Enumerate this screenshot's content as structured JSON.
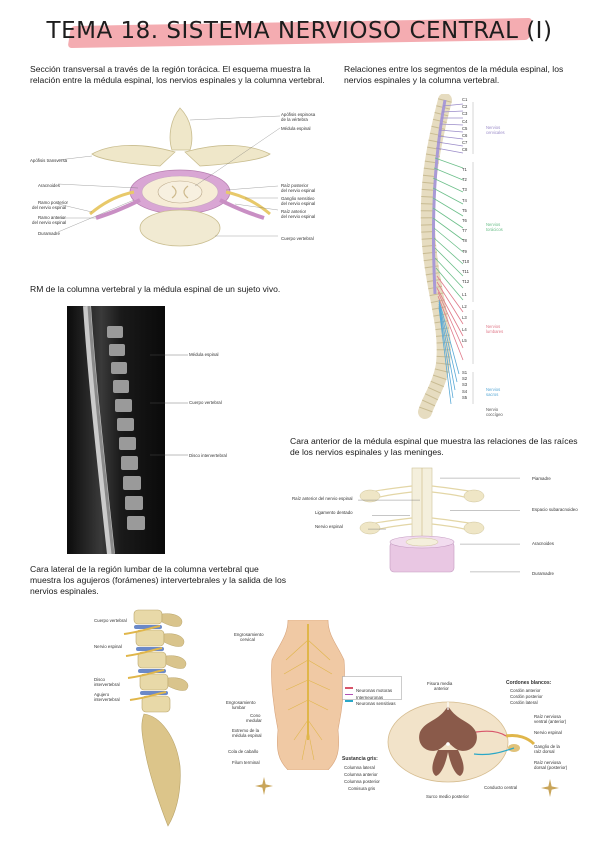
{
  "title": "TEMA 18. SISTEMA NERVIOSO CENTRAL (I)",
  "fig1": {
    "caption": "Sección transversal a través de la región torácica. El esquema muestra la relación entre la médula espinal, los nervios espinales y la columna vertebral.",
    "labels": {
      "apofisis_espinosa": "Apófisis espinosa",
      "de_la_vertebra": "de la vértebra",
      "medula_espinal": "Médula espinal",
      "apofisis_transversa": "Apófisis transversa",
      "aracnoides": "Aracnoides",
      "ramo_posterior_1": "Ramo posterior",
      "ramo_posterior_2": "del nervio espinal",
      "ramo_anterior_1": "Ramo anterior",
      "ramo_anterior_2": "del nervio espinal",
      "duramadre": "Duramadre",
      "raiz_posterior_1": "Raíz posterior",
      "raiz_posterior_2": "del nervio espinal",
      "ganglio_1": "Ganglio sensitivo",
      "ganglio_2": "del nervio espinal",
      "raiz_anterior_1": "Raíz anterior",
      "raiz_anterior_2": "del nervio espinal",
      "cuerpo_vertebral": "Cuerpo vertebral"
    }
  },
  "fig2": {
    "caption": "Relaciones entre los segmentos de la médula espinal, los nervios espinales y la columna vertebral.",
    "cervical": [
      "C1",
      "C2",
      "C3",
      "C4",
      "C5",
      "C6",
      "C7",
      "C8"
    ],
    "thoracic": [
      "T1",
      "T2",
      "T3",
      "T4",
      "T5",
      "T6",
      "T7",
      "T8",
      "T9",
      "T10",
      "T11",
      "T12"
    ],
    "lumbar": [
      "L1",
      "L2",
      "L3",
      "L4",
      "L5"
    ],
    "sacral": [
      "S1",
      "S2",
      "S3",
      "S4",
      "S5"
    ],
    "groups": {
      "cervicales_1": "Nervios",
      "cervicales_2": "cervicales",
      "toracicos_1": "Nervios",
      "toracicos_2": "torácicos",
      "lumbares_1": "Nervios",
      "lumbares_2": "lumbares",
      "sacros_1": "Nervios",
      "sacros_2": "sacros",
      "coccigeo_1": "Nervio",
      "coccigeo_2": "coccígeo"
    },
    "colors": {
      "cervical": "#9b8cc9",
      "thoracic": "#6cbf8a",
      "lumbar": "#e07a8a",
      "sacral": "#5aa9d6"
    }
  },
  "fig3": {
    "caption": "RM de la columna vertebral y la médula espinal de un sujeto vivo.",
    "labels": {
      "medula": "Médula espinal",
      "cuerpo": "Cuerpo vertebral",
      "disco": "Disco intervertebral"
    }
  },
  "fig4": {
    "caption": "Cara anterior de la médula espinal que muestra las relaciones de las raíces de los nervios espinales y las meninges.",
    "labels": {
      "piamadre": "Piamadre",
      "raiz_anterior": "Raíz anterior del nervio espinal",
      "espacio": "Espacio subaracnoideo",
      "ligamento": "Ligamento dentado",
      "nervio": "Nervio espinal",
      "aracnoides": "Aracnoides",
      "duramadre": "Duramadre"
    }
  },
  "fig5": {
    "caption": "Cara lateral de la región lumbar de la columna vertebral que muestra los agujeros (forámenes) intervertebrales y la salida de los nervios espinales.",
    "labels": {
      "cuerpo": "Cuerpo vertebral",
      "nervio": "Nervio espinal",
      "disco_1": "Disco",
      "disco_2": "intervertebral",
      "agujero_1": "Agujero",
      "agujero_2": "intervertebral"
    }
  },
  "fig6": {
    "labels": {
      "engr_cerv_1": "Engrosamiento",
      "engr_cerv_2": "cervical",
      "engr_lumb_1": "Engrosamiento",
      "engr_lumb_2": "lumbar",
      "cono_1": "Cono",
      "cono_2": "medular",
      "extremo_1": "Extremo de la",
      "extremo_2": "médula espinal",
      "cola": "Cola de caballo",
      "filum": "Filum terminal"
    }
  },
  "fig7": {
    "legend": [
      "Neuronas motoras",
      "Interneuronas",
      "Neuronas sensitivas"
    ],
    "legend_colors": [
      "#d8556a",
      "#b04fb4",
      "#2aa7c7"
    ],
    "labels": {
      "fisura_1": "Fisura media",
      "fisura_2": "anterior",
      "cordones": "Cordones blancos:",
      "cordon_ant": "Cordón anterior",
      "cordon_post": "Cordón posterior",
      "cordon_lat": "Cordón lateral",
      "raiz_vent_1": "Raíz nerviosa",
      "raiz_vent_2": "ventral (anterior)",
      "nervio": "Nervio espinal",
      "ganglio_1": "Ganglio de la",
      "ganglio_2": "raíz dorsal",
      "raiz_dors_1": "Raíz nerviosa",
      "raiz_dors_2": "dorsal (posterior)",
      "sustancia": "Sustancia gris:",
      "col_lat": "Columna lateral",
      "col_ant": "Columna anterior",
      "col_post": "Columna posterior",
      "comisura": "Comisura gris",
      "surco": "Surco medio posterior",
      "conducto": "Conducto central"
    }
  }
}
